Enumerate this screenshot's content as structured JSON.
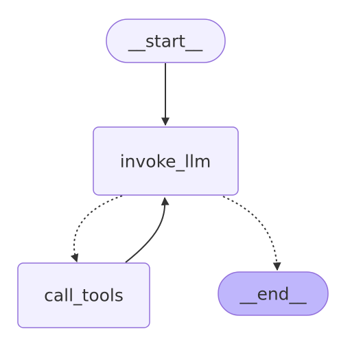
{
  "nodes": {
    "start": {
      "label": "__start__"
    },
    "invoke_llm": {
      "label": "invoke_llm"
    },
    "call_tools": {
      "label": "call_tools"
    },
    "end": {
      "label": "__end__"
    }
  },
  "edges": [
    {
      "from": "__start__",
      "to": "invoke_llm",
      "style": "solid"
    },
    {
      "from": "invoke_llm",
      "to": "call_tools",
      "style": "dotted"
    },
    {
      "from": "call_tools",
      "to": "invoke_llm",
      "style": "solid"
    },
    {
      "from": "invoke_llm",
      "to": "__end__",
      "style": "dotted"
    }
  ],
  "colors": {
    "node_fill": "#f2f0ff",
    "node_stroke": "#9370db",
    "end_fill": "#bfb6fc",
    "edge": "#333333",
    "background": "#ffffff"
  }
}
